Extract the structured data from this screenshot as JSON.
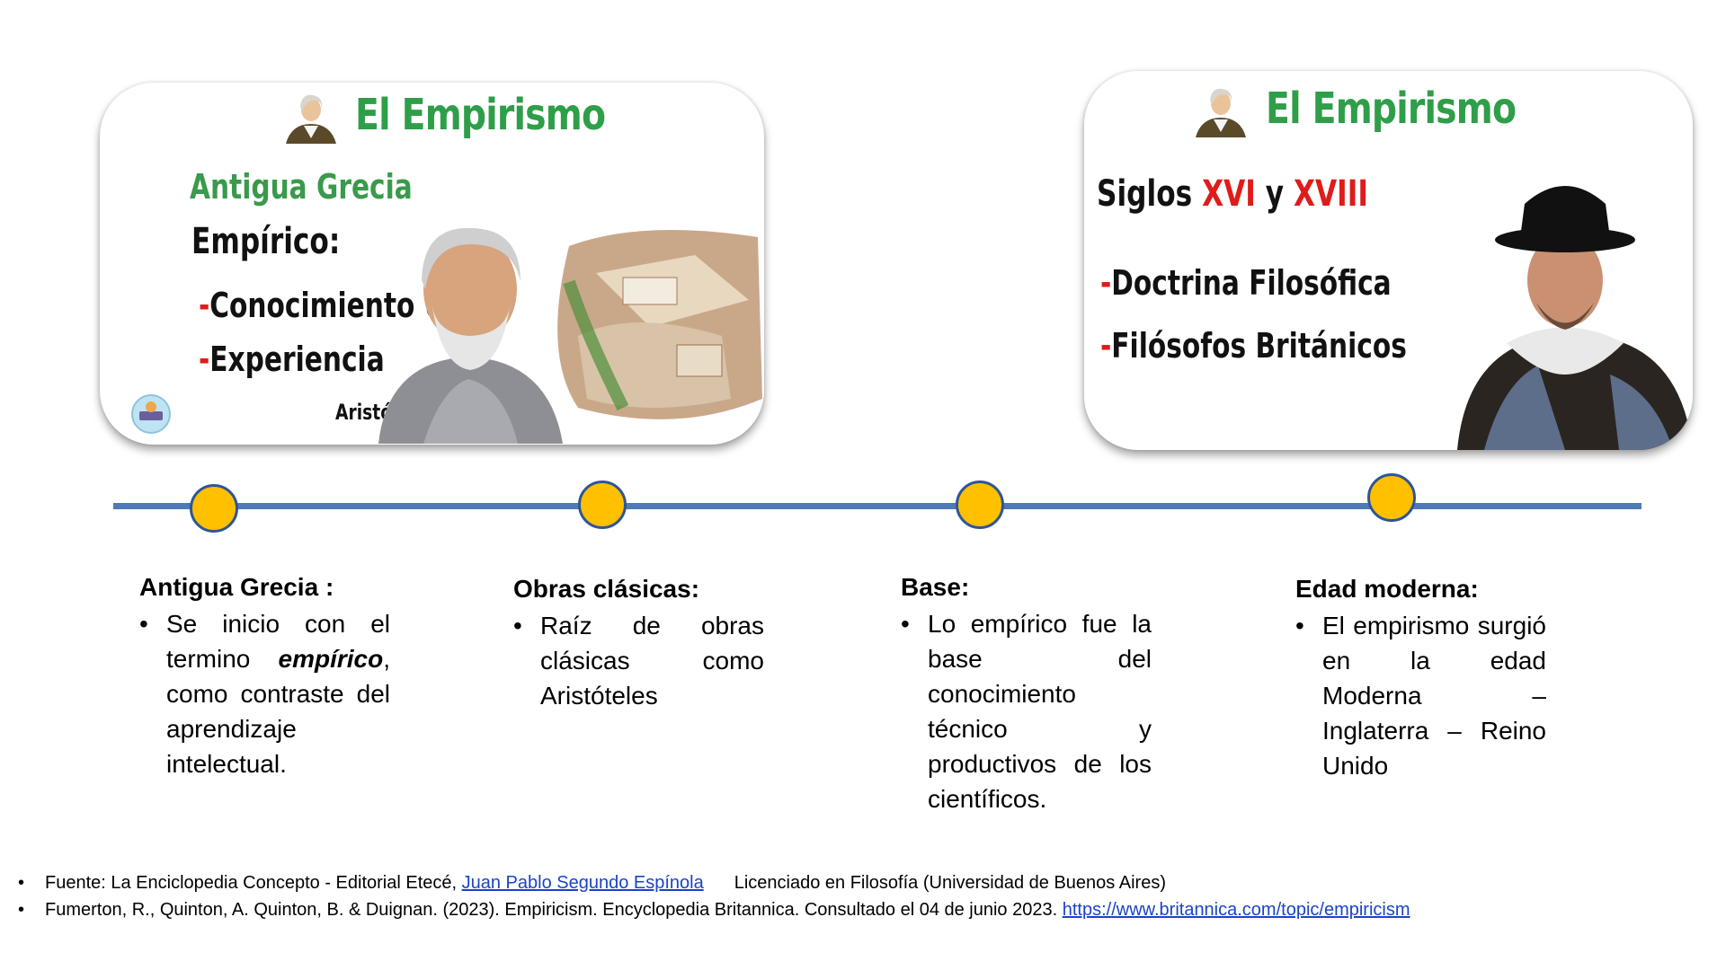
{
  "card_left": {
    "title": "El Empirismo",
    "era": "Antigua Grecia",
    "term": "Empírico:",
    "items": [
      "Conocimiento Útil",
      "Experiencia"
    ],
    "caption": "Aristóteles"
  },
  "card_right": {
    "title": "El Empirismo",
    "siglos_word": "Siglos",
    "siglo_a": "XVI",
    "y_word": "y",
    "siglo_b": "XVIII",
    "items": [
      "Doctrina Filosófica",
      "Filósofos Británicos"
    ]
  },
  "columns": [
    {
      "heading": "Antigua Grecia :",
      "text_before": "Se inicio con el termino ",
      "emphasis": "empírico",
      "text_after": ", como contraste del aprendizaje intelectual."
    },
    {
      "heading": "Obras clásicas:",
      "text": "Raíz de obras clásicas como Aristóteles"
    },
    {
      "heading": "Base:",
      "text": "Lo empírico fue la base del conocimiento técnico y productivos de los científicos."
    },
    {
      "heading": "Edad moderna:",
      "text": "El empirismo surgió en la edad Moderna – Inglaterra – Reino Unido"
    }
  ],
  "references": {
    "ref1_prefix": "Fuente: La Enciclopedia Concepto - Editorial Etecé, ",
    "ref1_link": "Juan Pablo Segundo Espínola",
    "ref1_suffix": "Licenciado en Filosofía (Universidad de Buenos Aires)",
    "ref2_prefix": "Fumerton, R., Quinton, A. Quinton, B. & Duignan. (2023). Empiricism. Encyclopedia Britannica. Consultado el 04 de junio 2023. ",
    "ref2_link": "https://www.britannica.com/topic/empiricism"
  },
  "colors": {
    "timeline": "#4f7ab8",
    "node_fill": "#ffc000",
    "node_border": "#2e5597",
    "title_green": "#2f9e49",
    "accent_red": "#e01b1b",
    "link": "#1a44c8"
  }
}
